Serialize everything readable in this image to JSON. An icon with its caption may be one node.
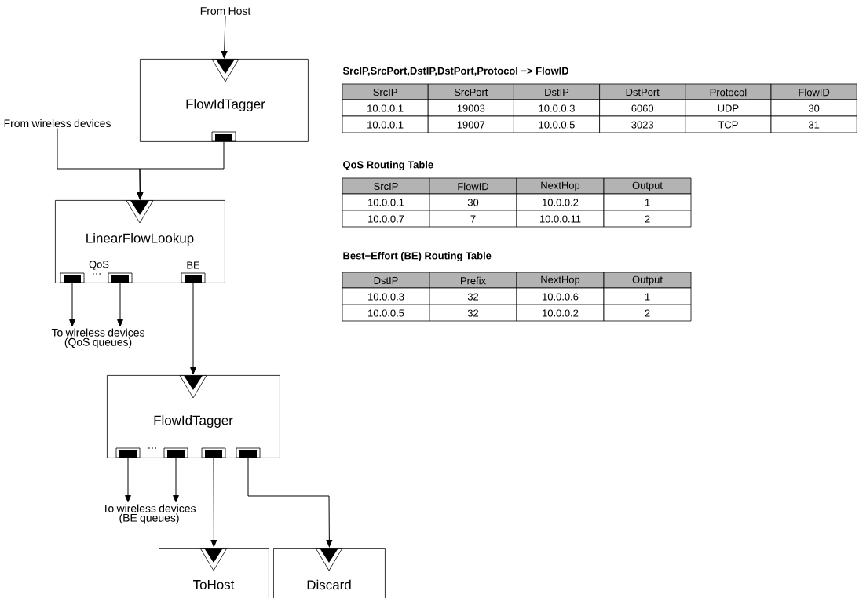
{
  "diagram": {
    "nodes": [
      {
        "text": [
          "From Host"
        ]
      },
      {
        "text": [
          "FlowIdTagger"
        ]
      },
      {
        "text": [
          "From wireless devices"
        ]
      },
      {
        "text": [
          "LinearFlowLookup",
          "QoS",
          "…",
          "BE"
        ]
      },
      {
        "text": [
          "To wireless devices (QoS queues)"
        ]
      },
      {
        "text": [
          "FlowIdTagger",
          "…"
        ]
      },
      {
        "text": [
          "To wireless devices (BE queues)"
        ]
      },
      {
        "text": [
          "ToHost"
        ]
      },
      {
        "text": [
          "Discard"
        ]
      }
    ],
    "edges": [
      {
        "from": 0,
        "to": 1,
        "arrow": "to"
      },
      {
        "from": 2,
        "to": 3,
        "arrow": "to"
      },
      {
        "from": 1,
        "to": 3,
        "arrow": "to"
      },
      {
        "from": 3,
        "to": 4,
        "arrow": "to"
      },
      {
        "from": 3,
        "to": 4,
        "arrow": "to"
      },
      {
        "from": 3,
        "to": 5,
        "arrow": "to"
      },
      {
        "from": 5,
        "to": 6,
        "arrow": "to"
      },
      {
        "from": 5,
        "to": 6,
        "arrow": "to"
      },
      {
        "from": 5,
        "to": 7,
        "arrow": "to"
      },
      {
        "from": 5,
        "to": 8,
        "arrow": "to"
      }
    ],
    "labels": [
      "SrcIP,SrcPort,DstIP,DstPort,Protocol −> FlowID",
      "SrcIP",
      "SrcPort",
      "DstIP",
      "DstPort",
      "Protocol",
      "FlowID",
      "10.0.0.1",
      "19003",
      "10.0.0.3",
      "6060",
      "UDP",
      "30",
      "10.0.0.1",
      "19007",
      "10.0.0.5",
      "3023",
      "TCP",
      "31",
      "QoS Routing Table",
      "SrcIP",
      "FlowID",
      "NextHop",
      "Output",
      "10.0.0.1",
      "30",
      "10.0.0.2",
      "1",
      "10.0.0.7",
      "7",
      "10.0.0.11",
      "2",
      "Best−Effort (BE) Routing Table",
      "DstIP",
      "Prefix",
      "NextHop",
      "Output",
      "10.0.0.3",
      "32",
      "10.0.0.6",
      "1",
      "10.0.0.5",
      "32",
      "10.0.0.2",
      "2"
    ]
  }
}
